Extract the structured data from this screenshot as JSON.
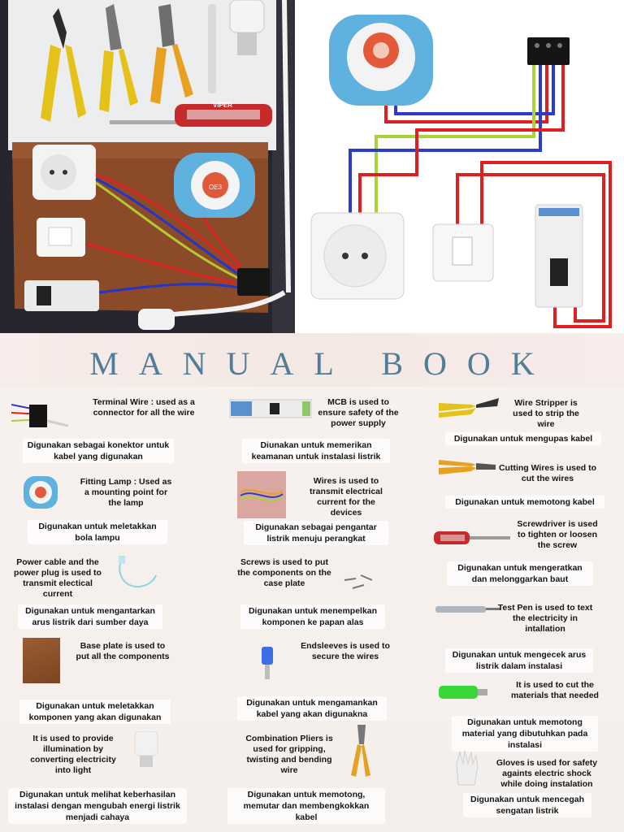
{
  "title": "MANUAL BOOK",
  "colors": {
    "title": "#4f7d9a",
    "board": "#8b4a28",
    "wire_red": "#e02020",
    "wire_blue": "#2a3cc8",
    "wire_green": "#a8d43a"
  },
  "col1": [
    {
      "en": "Terminal Wire : used as a connector for all the wire",
      "id": "Digunakan sebagai  konektor untuk kabel yang digunakan",
      "icon": "terminal-block-icon"
    },
    {
      "en": "Fitting Lamp : Used as a mounting point for the lamp",
      "id": "Digunakan untuk meletakkan bola lampu",
      "icon": "lamp-fitting-icon"
    },
    {
      "en": "Power cable and the power plug is used to transmit electical current",
      "id": "Digunakan untuk mengantarkan arus listrik dari sumber daya",
      "icon": "power-cable-icon"
    },
    {
      "en": "Base plate is used to put all the components",
      "id": "Digunakan untuk meletakkan komponen yang akan digunakan",
      "icon": "base-plate-icon"
    },
    {
      "en": "It is used to provide illumination by converting electricity into light",
      "id": "Digunakan untuk melihat keberhasilan instalasi dengan mengubah energi listrik menjadi cahaya",
      "icon": "light-bulb-icon"
    }
  ],
  "col2": [
    {
      "en": "MCB is used to ensure safety of the power supply",
      "id": "Diunakan untuk memerikan keamanan untuk instalasi listrik",
      "icon": "mcb-icon"
    },
    {
      "en": "Wires is used to transmit electrical current for the devices",
      "id": "Digunakan sebagai pengantar listrik menuju perangkat",
      "icon": "wires-icon"
    },
    {
      "en": "Screws is used to put the components on the case plate",
      "id": "Digunakan untuk menempelkan komponen ke papan alas",
      "icon": "screws-icon"
    },
    {
      "en": "Endsleeves is used to secure the wires",
      "id": "Digunakan untuk mengamankan kabel yang akan digunakna",
      "icon": "endsleeve-icon"
    },
    {
      "en": "Combination Pliers is used for gripping, twisting and bending wire",
      "id": "Digunakan untuk memotong, memutar dan membengkokkan kabel",
      "icon": "combination-pliers-icon"
    }
  ],
  "col3": [
    {
      "en": "Wire Stripper is used to strip the wire",
      "id": "Digunakan untuk mengupas kabel",
      "icon": "wire-stripper-icon"
    },
    {
      "en": "Cutting Wires is used to cut the wires",
      "id": "Digunakan untuk memotong kabel",
      "icon": "cutting-pliers-icon"
    },
    {
      "en": "Screwdriver is used to tighten or loosen the screw",
      "id": "Digunakan untuk mengeratkan dan melonggarkan baut",
      "icon": "screwdriver-icon"
    },
    {
      "en": "Test Pen is used to text the electricity in intallation",
      "id": "Digunakan untuk mengecek arus listrik dalam instalasi",
      "icon": "test-pen-icon"
    },
    {
      "en": "It is used to cut the materials that needed",
      "id": "Digunakan untuk memotong material yang dibutuhkan pada instalasi",
      "icon": "cutter-knife-icon"
    },
    {
      "en": "Gloves is used for safety againts electric shock while doing instalation",
      "id": "Digunakan untuk mencegah sengatan listrik",
      "icon": "gloves-icon"
    }
  ],
  "photo_labels": {
    "lamp_socket": "OE3",
    "screwdriver_brand": "VIPER"
  }
}
